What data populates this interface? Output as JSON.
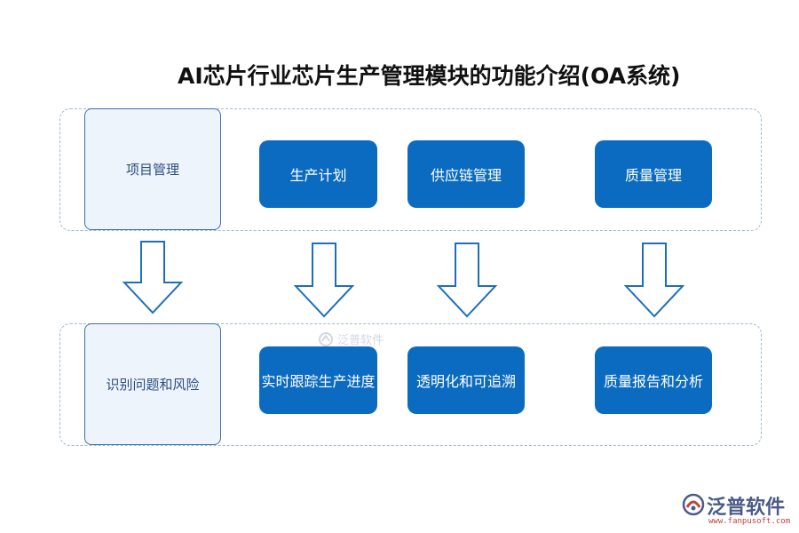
{
  "title": "AI芯片行业芯片生产管理模块的功能介绍(OA系统)",
  "top_row": {
    "side_label": "项目管理",
    "nodes": [
      "生产计划",
      "供应链管理",
      "质量管理"
    ]
  },
  "bottom_row": {
    "side_label": "识别问题和风险",
    "nodes": [
      "实时跟踪生产进度",
      "透明化和可追溯",
      "质量报告和分析"
    ]
  },
  "watermark": {
    "brand": "泛普软件",
    "url": "www.fanpusoft.com"
  },
  "colors": {
    "node_fill": "#0b6bc0",
    "side_fill": "#eef4fb",
    "side_border": "#3f6fa6",
    "frame_border": "#9db9d8",
    "arrow_stroke": "#1f6fb8"
  }
}
